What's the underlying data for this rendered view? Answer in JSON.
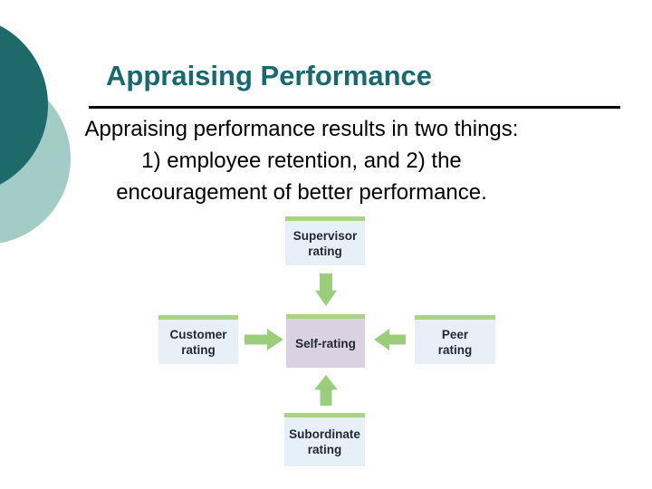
{
  "slide": {
    "title": "Appraising Performance",
    "body_text": "Appraising performance results in two things:\n1) employee retention, and 2) the\nencouragement of better performance."
  },
  "diagram": {
    "boxes": [
      {
        "id": "supervisor",
        "label": "Supervisor\nrating",
        "position": "top"
      },
      {
        "id": "customer",
        "label": "Customer\nrating",
        "position": "left"
      },
      {
        "id": "self",
        "label": "Self-rating",
        "position": "center"
      },
      {
        "id": "peer",
        "label": "Peer\nrating",
        "position": "right"
      },
      {
        "id": "subordinate",
        "label": "Subordinate\nrating",
        "position": "bottom"
      }
    ],
    "arrows": [
      "top-to-center",
      "left-to-center",
      "right-to-center",
      "bottom-to-center"
    ],
    "colors": {
      "box_fill": "#E8F0F7",
      "center_box_fill": "#DBD2E1",
      "accent_bar": "#A9D389",
      "arrow": "#9CCD7A",
      "label_text": "#1F2733"
    }
  },
  "colors": {
    "background": "#FFFFFF",
    "title": "#17696D",
    "body_text": "#000000",
    "underline": "#000000",
    "circle_dark": "#1E6A6A",
    "circle_light": "#A3CCC6"
  }
}
